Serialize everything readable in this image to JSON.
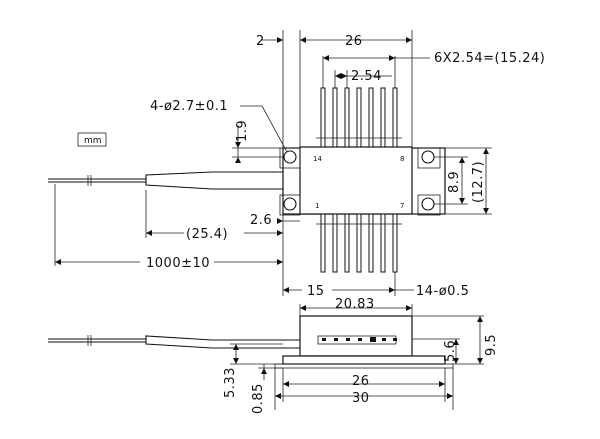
{
  "unit_box": "mm",
  "top_view": {
    "dim_flange_offset": "2",
    "dim_body_width": "26",
    "dim_pin_pitch": "2.54",
    "dim_pin_span": "6X2.54=(15.24)",
    "dim_holes": "4-ø2.7±0.1",
    "dim_hole_offset": "1.9",
    "dim_hole_spacing_v": "8.9",
    "dim_flange_height": "(12.7)",
    "dim_pin_row_offset": "2.6",
    "dim_boot_length": "(25.4)",
    "dim_fiber_length": "1000±10",
    "dim_pin_to_edge": "15",
    "dim_pin_dia": "14-ø0.5",
    "pin_label_14": "14",
    "pin_label_8": "8",
    "pin_label_1": "1",
    "pin_label_7": "7"
  },
  "side_view": {
    "dim_length": "20.83",
    "dim_height_total": "9.5",
    "dim_height_body": "5.6",
    "dim_fiber_height": "5.33",
    "dim_flange_thickness": "0.85",
    "dim_base_width": "26",
    "dim_flange_width": "30"
  }
}
